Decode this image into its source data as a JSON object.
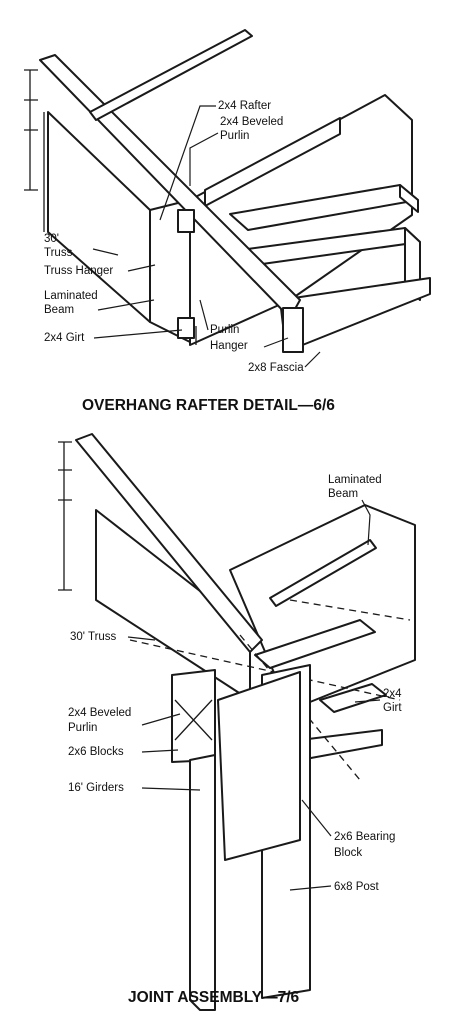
{
  "colors": {
    "ink": "#1a1a1a",
    "paper": "#ffffff",
    "stipple": "#9a9a9a"
  },
  "detail_1": {
    "title": "OVERHANG RAFTER DETAIL—6/6",
    "labels": {
      "rafter": "2x4 Rafter",
      "beveled_purlin_line1": "2x4 Beveled",
      "beveled_purlin_line2": "Purlin",
      "truss_line1": "30'",
      "truss_line2": "Truss",
      "truss_hanger": "Truss Hanger",
      "laminated_beam_line1": "Laminated",
      "laminated_beam_line2": "Beam",
      "girt": "2x4 Girt",
      "purlin_hanger_line1": "Purlin",
      "purlin_hanger_line2": "Hanger",
      "fascia": "2x8 Fascia"
    }
  },
  "detail_2": {
    "title": "JOINT ASSEMBLY—7/6",
    "labels": {
      "laminated_beam_line1": "Laminated",
      "laminated_beam_line2": "Beam",
      "truss": "30' Truss",
      "girt_line1": "2x4",
      "girt_line2": "Girt",
      "beveled_purlin_line1": "2x4 Beveled",
      "beveled_purlin_line2": "Purlin",
      "blocks": "2x6 Blocks",
      "girders": "16' Girders",
      "bearing_block_line1": "2x6 Bearing",
      "bearing_block_line2": "Block",
      "post": "6x8 Post"
    }
  }
}
